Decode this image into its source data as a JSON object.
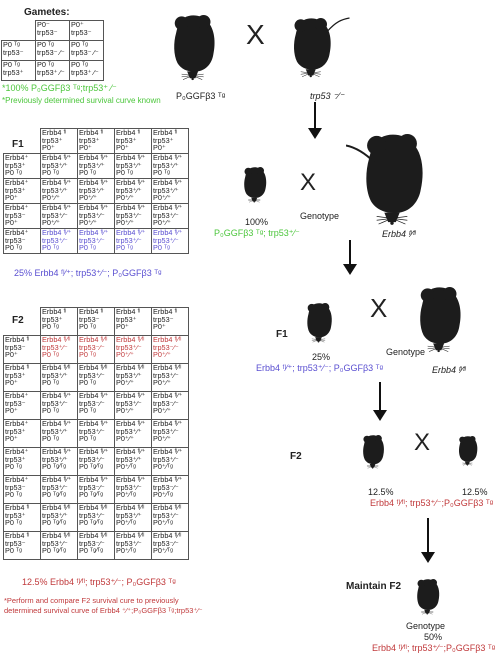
{
  "gametes": {
    "title": "Gametes:",
    "grid": [
      [
        "",
        "P0⁻\ntrp53⁻",
        "P0⁺\ntrp53⁻"
      ],
      [
        "P0 ᵀᵍ\ntrp53⁻",
        "P0 ᵀᵍ\ntrp53⁻ ⁄⁻",
        "P0 ᵀᵍ\ntrp53⁻ ⁄⁻"
      ],
      [
        "P0 ᵀᵍ\ntrp53⁺",
        "P0 ᵀᵍ\ntrp53⁺ ⁄⁻",
        "P0 ᵀᵍ\ntrp53⁺ ⁄⁻"
      ]
    ],
    "result": "*100% P₀GGFβ3 ᵀᵍ;trp53⁺ ⁄⁻",
    "note": "*Previously determined survival curve known"
  },
  "f1": {
    "label": "F1",
    "grid": [
      [
        "",
        "Erbb4 ᶠˡ\ntrp53⁺\nP0⁺",
        "Erbb4 ᶠˡ\ntrp53⁺\nP0⁺",
        "Erbb4 ᶠˡ\ntrp53⁺\nP0⁺",
        "Erbb4 ᶠˡ\ntrp53⁺\nP0⁺"
      ],
      [
        "Erbb4⁺\ntrp53⁺\nP0 ᵀᵍ",
        "Erbb4 ᶠˡ⁄⁺\ntrp53⁺⁄⁺\nP0 ᵀᵍ",
        "Erbb4 ᶠˡ⁄⁺\ntrp53⁺⁄⁺\nP0 ᵀᵍ",
        "Erbb4 ᶠˡ⁄⁺\ntrp53⁺⁄⁺\nP0 ᵀᵍ",
        "Erbb4 ᶠˡ⁄⁺\ntrp53⁺⁄⁺\nP0 ᵀᵍ"
      ],
      [
        "Erbb4⁺\ntrp53⁺\nP0⁺",
        "Erbb4 ᶠˡ⁄⁺\ntrp53⁺⁄⁺\nP0⁺⁄⁺",
        "Erbb4 ᶠˡ⁄⁺\ntrp53⁺⁄⁺\nP0⁺⁄⁺",
        "Erbb4 ᶠˡ⁄⁺\ntrp53⁺⁄⁺\nP0⁺⁄⁺",
        "Erbb4 ᶠˡ⁄⁺\ntrp53⁺⁄⁺\nP0⁺⁄⁺"
      ],
      [
        "Erbb4⁺\ntrp53⁻\nP0⁺",
        "Erbb4 ᶠˡ⁄⁺\ntrp53⁺⁄⁻\nP0⁺⁄⁺",
        "Erbb4 ᶠˡ⁄⁺\ntrp53⁺⁄⁻\nP0⁺⁄⁺",
        "Erbb4 ᶠˡ⁄⁺\ntrp53⁺⁄⁻\nP0⁺⁄⁺",
        "Erbb4 ᶠˡ⁄⁺\ntrp53⁺⁄⁻\nP0⁺⁄⁺"
      ],
      [
        "Erbb4⁺\ntrp53⁻\nP0 ᵀᵍ",
        "Erbb4 ᶠˡ⁄⁺\ntrp53⁺⁄⁻\nP0 ᵀᵍ",
        "Erbb4 ᶠˡ⁄⁺\ntrp53⁺⁄⁻\nP0 ᵀᵍ",
        "Erbb4 ᶠˡ⁄⁺\ntrp53⁺⁄⁻\nP0 ᵀᵍ",
        "Erbb4 ᶠˡ⁄⁺\ntrp53⁺⁄⁻\nP0 ᵀᵍ"
      ]
    ],
    "highlight_row": 4,
    "result": "25% Erbb4 ᶠˡ⁄⁺; trp53⁺⁄⁻; P₀GGFβ3 ᵀᵍ"
  },
  "f2": {
    "label": "F2",
    "grid": [
      [
        "",
        "Erbb4 ᶠˡ\ntrp53⁺\nP0 ᵀᵍ",
        "Erbb4 ᶠˡ\ntrp53⁻\nP0 ᵀᵍ",
        "Erbb4 ᶠˡ\ntrp53⁺\nP0⁺",
        "Erbb4 ᶠˡ\ntrp53⁻\nP0⁺"
      ],
      [
        "Erbb4 ᶠˡ\ntrp53⁻\nP0⁺",
        "Erbb4 ᶠˡ⁄ᶠˡ\ntrp53⁺⁄⁻\nP0 ᵀᵍ",
        "Erbb4 ᶠˡ⁄ᶠˡ\ntrp53⁻⁄⁻\nP0 ᵀᵍ",
        "Erbb4 ᶠˡ⁄ᶠˡ\ntrp53⁺⁄⁻\nP0⁺⁄⁺",
        "Erbb4 ᶠˡ⁄ᶠˡ\ntrp53⁻⁄⁻\nP0⁺⁄⁺"
      ],
      [
        "Erbb4 ᶠˡ\ntrp53⁺\nP0⁺",
        "Erbb4 ᶠˡ⁄ᶠˡ\ntrp53⁺⁄⁺\nP0 ᵀᵍ",
        "Erbb4 ᶠˡ⁄ᶠˡ\ntrp53⁺⁄⁻\nP0 ᵀᵍ",
        "Erbb4 ᶠˡ⁄ᶠˡ\ntrp53⁺⁄⁺\nP0⁺⁄⁺",
        "Erbb4 ᶠˡ⁄ᶠˡ\ntrp53⁺⁄⁻\nP0⁺⁄⁺"
      ],
      [
        "Erbb4⁺\ntrp53⁻\nP0⁺",
        "Erbb4 ᶠˡ⁄⁺\ntrp53⁺⁄⁻\nP0 ᵀᵍ",
        "Erbb4 ᶠˡ⁄⁺\ntrp53⁻⁄⁻\nP0 ᵀᵍ",
        "Erbb4 ᶠˡ⁄⁺\ntrp53⁺⁄⁻\nP0⁺⁄⁺",
        "Erbb4 ᶠˡ⁄⁺\ntrp53⁻⁄⁻\nP0⁺⁄⁺"
      ],
      [
        "Erbb4⁺\ntrp53⁺\nP0⁺",
        "Erbb4 ᶠˡ⁄⁺\ntrp53⁺⁄⁺\nP0 ᵀᵍ",
        "Erbb4 ᶠˡ⁄⁺\ntrp53⁺⁄⁻\nP0 ᵀᵍ",
        "Erbb4 ᶠˡ⁄⁺\ntrp53⁺⁄⁺\nP0⁺⁄⁺",
        "Erbb4 ᶠˡ⁄⁺\ntrp53⁺⁄⁻\nP0⁺⁄⁺"
      ],
      [
        "Erbb4⁺\ntrp53⁺\nP0 ᵀᵍ",
        "Erbb4 ᶠˡ⁄⁺\ntrp53⁺⁄⁺\nP0 ᵀᵍ⁄ᵀᵍ",
        "Erbb4 ᶠˡ⁄⁺\ntrp53⁺⁄⁻\nP0 ᵀᵍ⁄ᵀᵍ",
        "Erbb4 ᶠˡ⁄⁺\ntrp53⁺⁄⁺\nP0⁺⁄ᵀᵍ",
        "Erbb4 ᶠˡ⁄⁺\ntrp53⁺⁄⁻\nP0⁺⁄ᵀᵍ"
      ],
      [
        "Erbb4⁺\ntrp53⁻\nP0 ᵀᵍ",
        "Erbb4 ᶠˡ⁄⁺\ntrp53⁺⁄⁻\nP0 ᵀᵍ⁄ᵀᵍ",
        "Erbb4 ᶠˡ⁄⁺\ntrp53⁻⁄⁻\nP0 ᵀᵍ⁄ᵀᵍ",
        "Erbb4 ᶠˡ⁄⁺\ntrp53⁺⁄⁻\nP0⁺⁄ᵀᵍ",
        "Erbb4 ᶠˡ⁄⁺\ntrp53⁻⁄⁻\nP0⁺⁄ᵀᵍ"
      ],
      [
        "Erbb4 ᶠˡ\ntrp53⁺\nP0 ᵀᵍ",
        "Erbb4 ᶠˡ⁄ᶠˡ\ntrp53⁺⁄⁺\nP0 ᵀᵍ⁄ᵀᵍ",
        "Erbb4 ᶠˡ⁄ᶠˡ\ntrp53⁺⁄⁻\nP0 ᵀᵍ⁄ᵀᵍ",
        "Erbb4 ᶠˡ⁄ᶠˡ\ntrp53⁺⁄⁺\nP0⁺⁄ᵀᵍ",
        "Erbb4 ᶠˡ⁄ᶠˡ\ntrp53⁺⁄⁻\nP0⁺⁄ᵀᵍ"
      ],
      [
        "Erbb4 ᶠˡ\ntrp53⁻\nP0 ᵀᵍ",
        "Erbb4 ᶠˡ⁄ᶠˡ\ntrp53⁺⁄⁻\nP0 ᵀᵍ⁄ᵀᵍ",
        "Erbb4 ᶠˡ⁄ᶠˡ\ntrp53⁻⁄⁻\nP0 ᵀᵍ⁄ᵀᵍ",
        "Erbb4 ᶠˡ⁄ᶠˡ\ntrp53⁺⁄⁻\nP0⁺⁄ᵀᵍ",
        "Erbb4 ᶠˡ⁄ᶠˡ\ntrp53⁻⁄⁻\nP0⁺⁄ᵀᵍ"
      ]
    ],
    "highlight_row": 1,
    "result": "12.5% Erbb4 ᶠˡ⁄ᶠˡ; trp53⁺⁄⁻; P₀GGFβ3 ᵀᵍ",
    "note_line1": "*Perform and compare F2 survival cure to previously",
    "note_line2": "determined survival curve of Erbb4 ⁺⁄⁺;P₀GGFβ3 ᵀᵍ;trp53⁺⁄⁻"
  },
  "flow": {
    "cross_symbol": "X",
    "p_left_label": "P₀GGFβ3 ᵀᵍ",
    "p_right_label": "trp53 ⁻⁄⁻",
    "f1_percent": "100%",
    "f1_genotype": "P₀GGFβ3 ᵀᵍ; trp53⁺⁄⁻",
    "genotype_word": "Genotype",
    "erbb4_flfl": "Erbb4 ᶠˡ⁄ᶠˡ",
    "step_f1_label": "F1",
    "f1b_percent": "25%",
    "f1b_genotype": "Erbb4 ᶠˡ⁄⁺; trp53⁺⁄⁻; P₀GGFβ3 ᵀᵍ",
    "step_f2_label": "F2",
    "f2_left_percent": "12.5%",
    "f2_right_percent": "12.5%",
    "f2_genotype": "Erbb4 ᶠˡ⁄ᶠˡ; trp53⁺⁄⁻;P₀GGFβ3 ᵀᵍ",
    "maintain_label": "Maintain F2",
    "final_percent": "50%",
    "final_genotype": "Erbb4 ᶠˡ⁄ᶠˡ; trp53⁺⁄⁻;P₀GGFβ3 ᵀᵍ"
  },
  "colors": {
    "green": "#4cc63c",
    "blue": "#5a4fd1",
    "red": "#c0393b",
    "mouse": "#1c1c1c"
  }
}
